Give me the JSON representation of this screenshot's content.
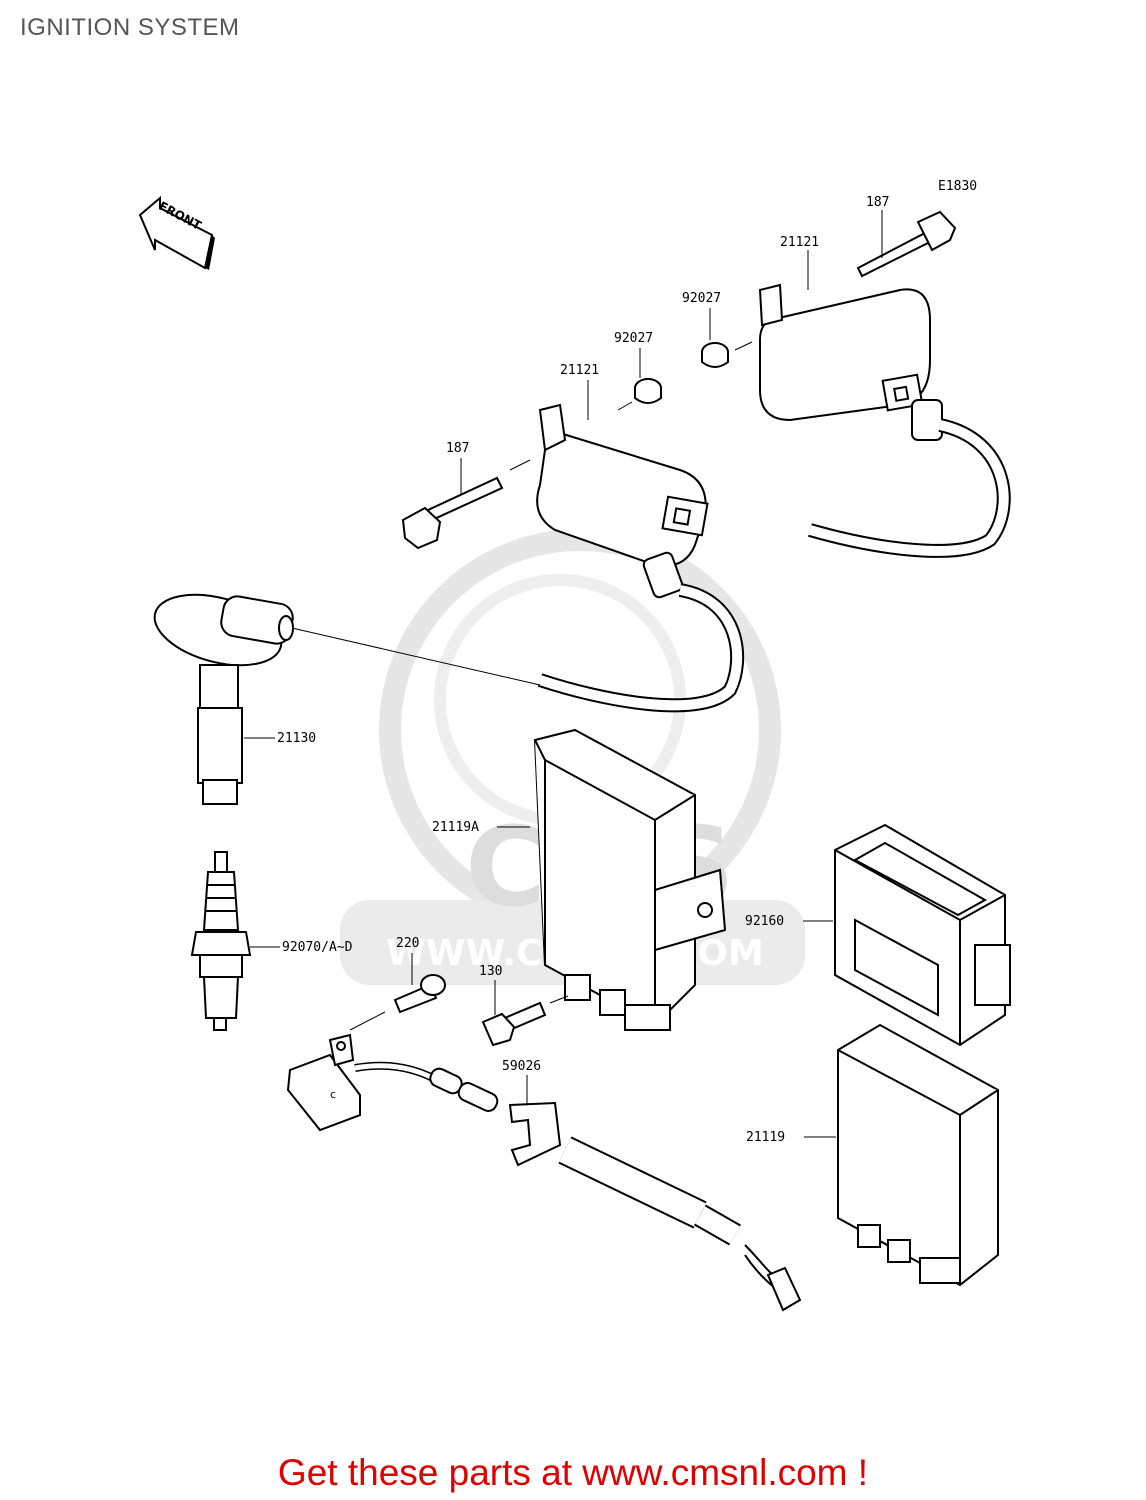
{
  "title": "IGNITION SYSTEM",
  "diagram_code": "E1830",
  "front_arrow": "FRONT",
  "watermark": {
    "logo": "CMS",
    "url": "WWW.CMSNL.COM"
  },
  "labels": {
    "bolt_top": "187",
    "coil_top": "21121",
    "spacer_top": "92027",
    "spacer_mid": "92027",
    "coil_mid": "21121",
    "bolt_mid": "187",
    "cap": "21130",
    "igniter_a": "21119A",
    "plug": "92070/A~D",
    "screw_220": "220",
    "bolt_130": "130",
    "damper": "92160",
    "clamp": "59026",
    "igniter": "21119"
  },
  "footer": "Get these parts at www.cmsnl.com !"
}
